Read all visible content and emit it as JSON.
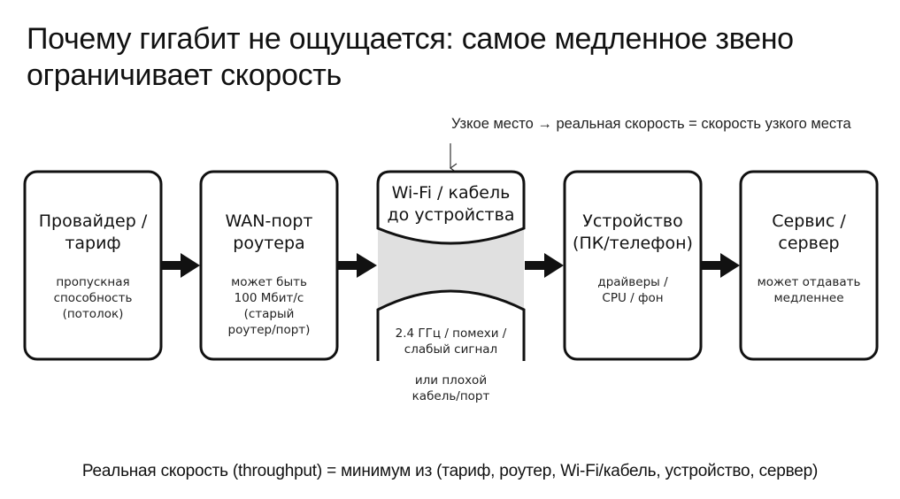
{
  "title": "Почему гигабит не ощущается: самое медленное звено ограничивает скорость",
  "bottleneck_note": "Узкое место → реальная скорость = скорость узкого места",
  "stages": [
    {
      "title_lines": [
        "Провайдер /",
        "тариф"
      ],
      "sub_lines": [
        "пропускная",
        "способность",
        "(потолок)"
      ]
    },
    {
      "title_lines": [
        "WAN-порт",
        "роутера"
      ],
      "sub_lines": [
        "может быть",
        "100 Мбит/с",
        "(старый",
        "роутер/порт)"
      ]
    },
    {
      "title_lines": [
        "Wi-Fi / кабель",
        "до устройства"
      ],
      "sub_lines": [
        "2.4 ГГц / помехи /",
        "слабый сигнал"
      ],
      "extra_lines": [
        "или плохой",
        "кабель/порт"
      ],
      "is_bottleneck": true
    },
    {
      "title_lines": [
        "Устройство",
        "(ПК/телефон)"
      ],
      "sub_lines": [
        "драйверы /",
        "CPU / фон"
      ]
    },
    {
      "title_lines": [
        "Сервис /",
        "сервер"
      ],
      "sub_lines": [
        "может отдавать",
        "медленнее"
      ]
    }
  ],
  "formula": "Реальная скорость (throughput) = минимум из (тариф, роутер, Wi-Fi/кабель, устройство, сервер)",
  "colors": {
    "stroke": "#111111",
    "bottleneck_fill": "#e0e0e0",
    "background": "#ffffff"
  }
}
